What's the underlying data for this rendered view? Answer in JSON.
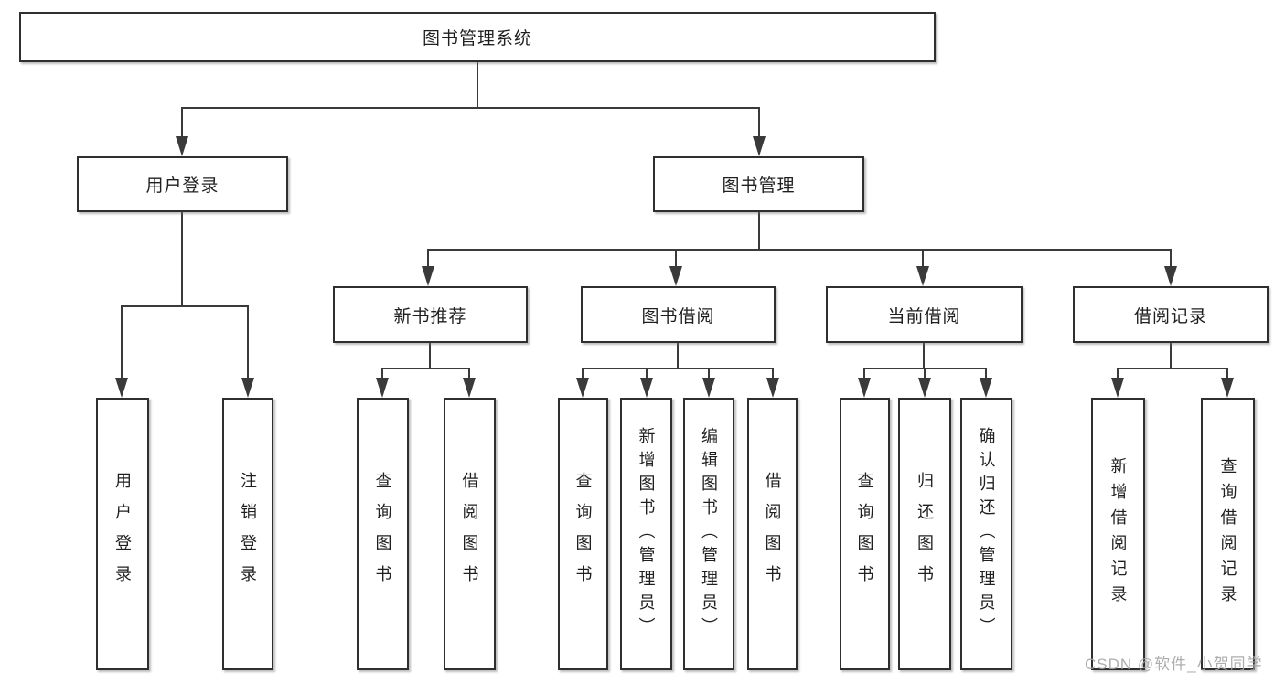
{
  "diagram": {
    "title": "图书管理系统",
    "root_label": "图书管理系统",
    "branches": [
      {
        "label": "用户登录",
        "leaves": [
          "用户登录",
          "注销登录"
        ]
      },
      {
        "label": "图书管理",
        "sections": [
          {
            "label": "新书推荐",
            "leaves": [
              "查询图书",
              "借阅图书"
            ]
          },
          {
            "label": "图书借阅",
            "leaves": [
              "查询图书",
              "新增图书（管理员）",
              "编辑图书（管理员）",
              "借阅图书"
            ]
          },
          {
            "label": "当前借阅",
            "leaves": [
              "查询图书",
              "归还图书",
              "确认归还（管理员）"
            ]
          },
          {
            "label": "借阅记录",
            "leaves": [
              "新增借阅记录",
              "查询借阅记录"
            ]
          }
        ]
      }
    ]
  },
  "watermark": {
    "text": "CSDN @软件_小贺同学",
    "color": "#a5a5a5"
  },
  "colors": {
    "background": "#ffffff",
    "line": "#3a3a3a",
    "box_border": "#2f2f2f",
    "text": "#1f1f1f"
  }
}
